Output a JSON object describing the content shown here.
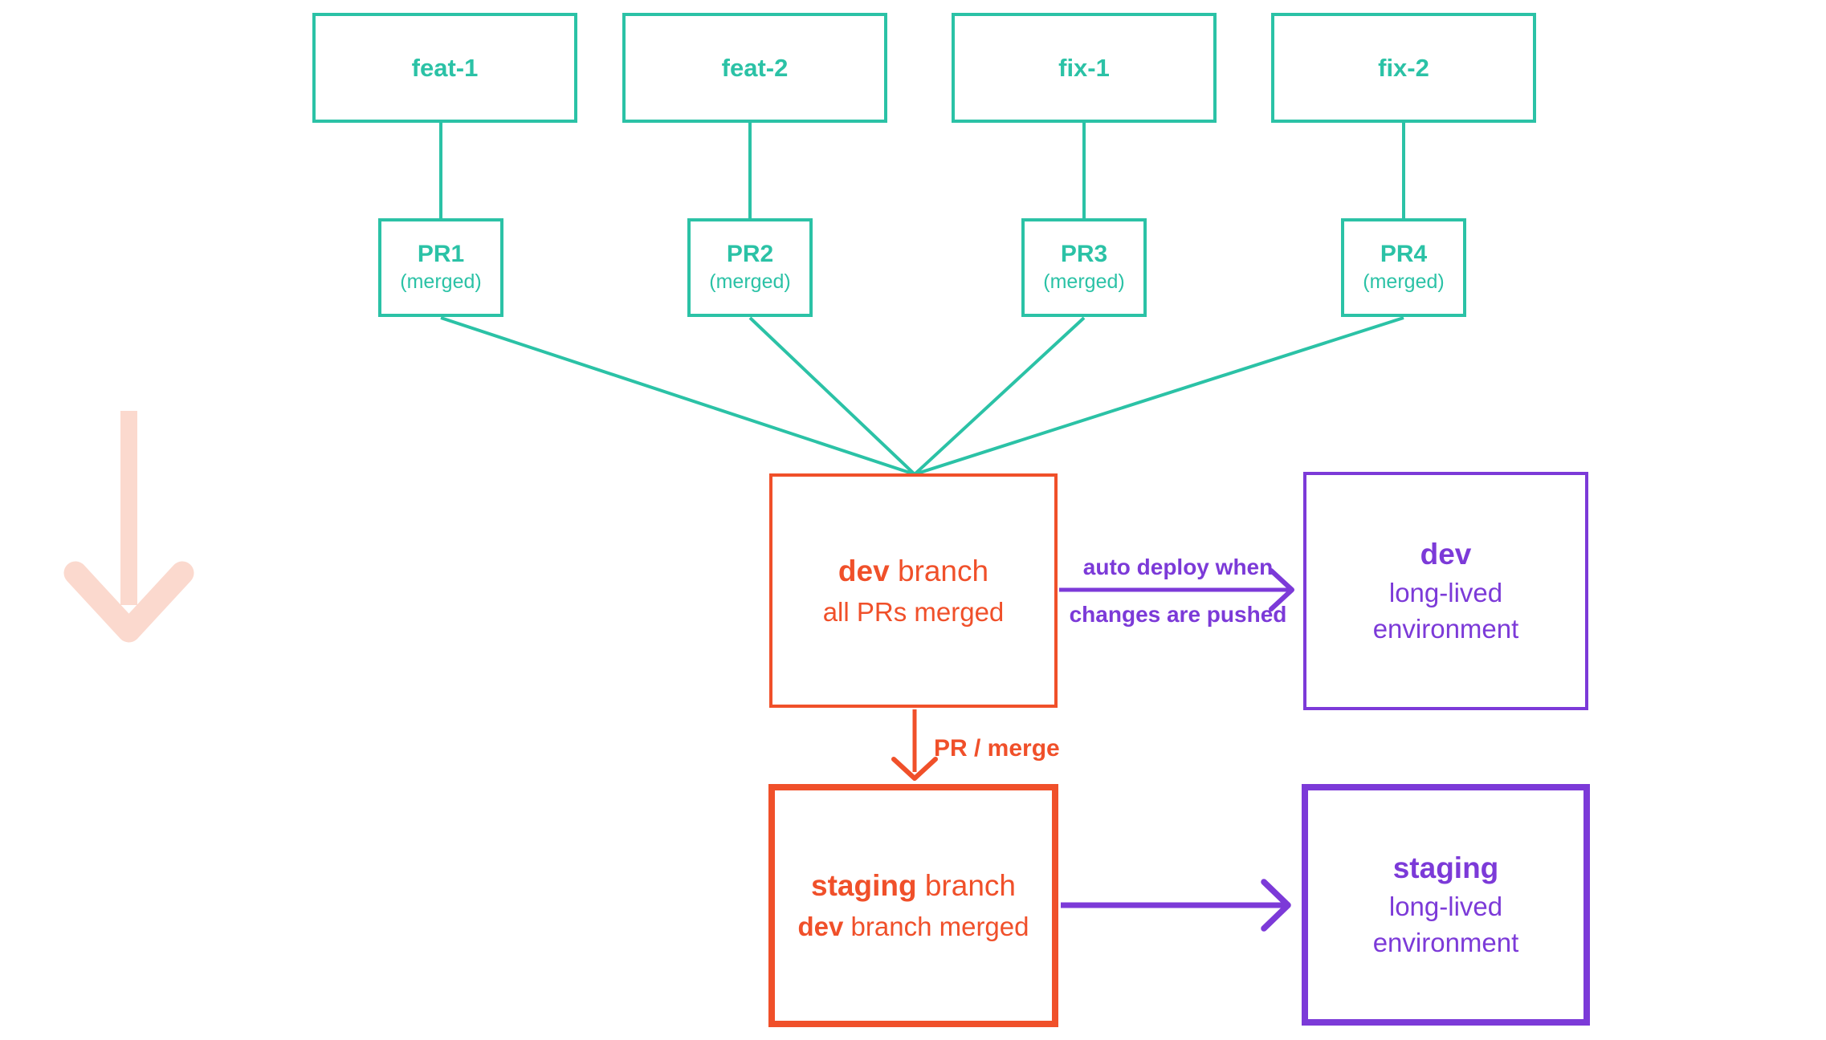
{
  "colors": {
    "teal": "#2bc2a6",
    "orange": "#f0502a",
    "purple": "#7c3ad8",
    "pink": "#fbd9ce"
  },
  "columns": [
    {
      "branch": "feat-1",
      "pr_title": "PR1",
      "pr_status": "(merged)"
    },
    {
      "branch": "feat-2",
      "pr_title": "PR2",
      "pr_status": "(merged)"
    },
    {
      "branch": "fix-1",
      "pr_title": "PR3",
      "pr_status": "(merged)"
    },
    {
      "branch": "fix-2",
      "pr_title": "PR4",
      "pr_status": "(merged)"
    }
  ],
  "dev_branch": {
    "name": "dev",
    "suffix": " branch",
    "subtitle": "all PRs merged"
  },
  "dev_environment": {
    "name": "dev",
    "line1": "long-lived",
    "line2": "environment"
  },
  "staging_branch": {
    "name": "staging",
    "suffix": " branch",
    "subtitle_name": "dev",
    "subtitle_suffix": " branch merged"
  },
  "staging_environment": {
    "name": "staging",
    "line1": "long-lived",
    "line2": "environment"
  },
  "labels": {
    "auto_deploy_line1": "auto deploy when",
    "auto_deploy_line2": "changes are pushed",
    "pr_merge": "PR / merge"
  }
}
